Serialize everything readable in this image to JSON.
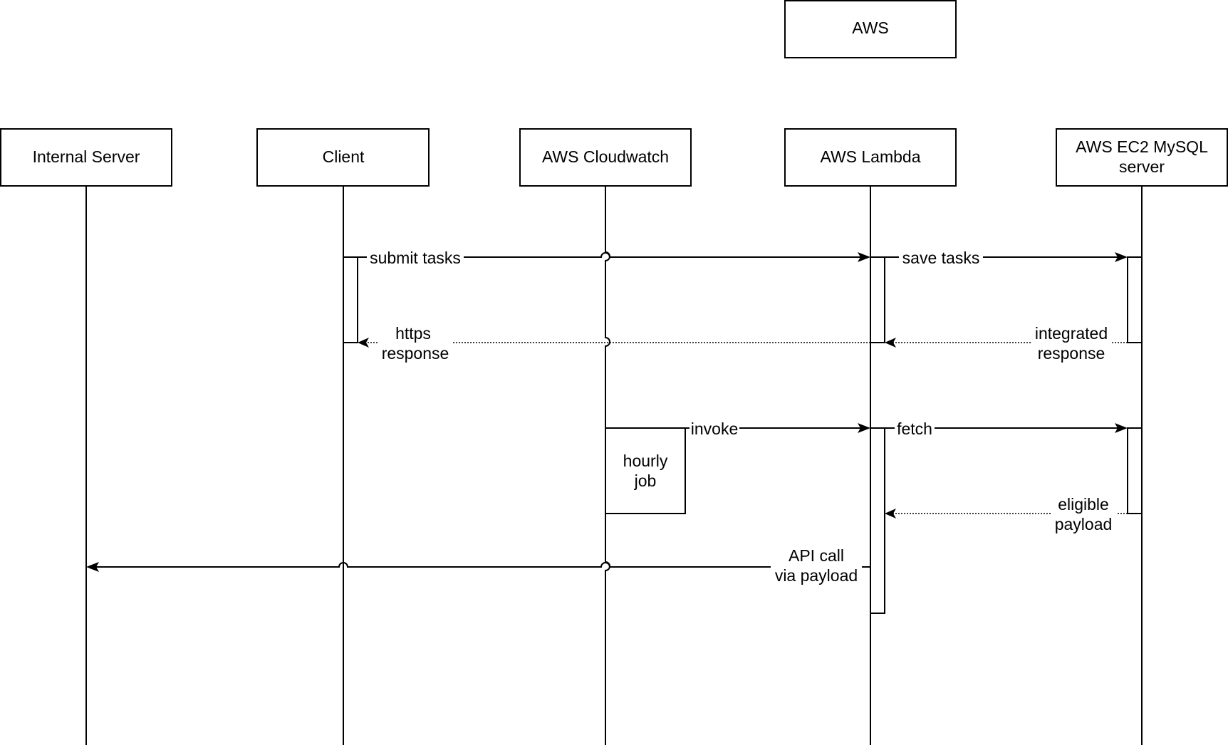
{
  "diagram": {
    "group_label": "AWS",
    "participants": [
      {
        "id": "internal-server",
        "lines": [
          "Internal Server"
        ]
      },
      {
        "id": "client",
        "lines": [
          "Client"
        ]
      },
      {
        "id": "aws-cloudwatch",
        "lines": [
          "AWS Cloudwatch"
        ]
      },
      {
        "id": "aws-lambda",
        "lines": [
          "AWS Lambda"
        ]
      },
      {
        "id": "aws-ec2-mysql",
        "lines": [
          "AWS EC2 MySQL",
          "server"
        ]
      }
    ],
    "messages": [
      {
        "id": "submit-tasks",
        "from": "client",
        "to": "aws-lambda",
        "lines": [
          "submit tasks"
        ],
        "style": "solid"
      },
      {
        "id": "save-tasks",
        "from": "aws-lambda",
        "to": "aws-ec2-mysql",
        "lines": [
          "save tasks"
        ],
        "style": "solid"
      },
      {
        "id": "integrated-response",
        "from": "aws-ec2-mysql",
        "to": "aws-lambda",
        "lines": [
          "integrated",
          "response"
        ],
        "style": "dotted"
      },
      {
        "id": "https-response",
        "from": "aws-lambda",
        "to": "client",
        "lines": [
          "https",
          "response"
        ],
        "style": "dotted"
      },
      {
        "id": "invoke",
        "from": "aws-cloudwatch",
        "to": "aws-lambda",
        "lines": [
          "invoke"
        ],
        "style": "solid"
      },
      {
        "id": "fetch",
        "from": "aws-lambda",
        "to": "aws-ec2-mysql",
        "lines": [
          "fetch"
        ],
        "style": "solid"
      },
      {
        "id": "eligible-payload",
        "from": "aws-ec2-mysql",
        "to": "aws-lambda",
        "lines": [
          "eligible",
          "payload"
        ],
        "style": "dotted"
      },
      {
        "id": "api-call",
        "from": "aws-lambda",
        "to": "internal-server",
        "lines": [
          "API call",
          "via payload"
        ],
        "style": "solid"
      }
    ],
    "notes": [
      {
        "id": "hourly-job",
        "attached_to": "aws-cloudwatch",
        "lines": [
          "hourly",
          "job"
        ]
      }
    ]
  }
}
